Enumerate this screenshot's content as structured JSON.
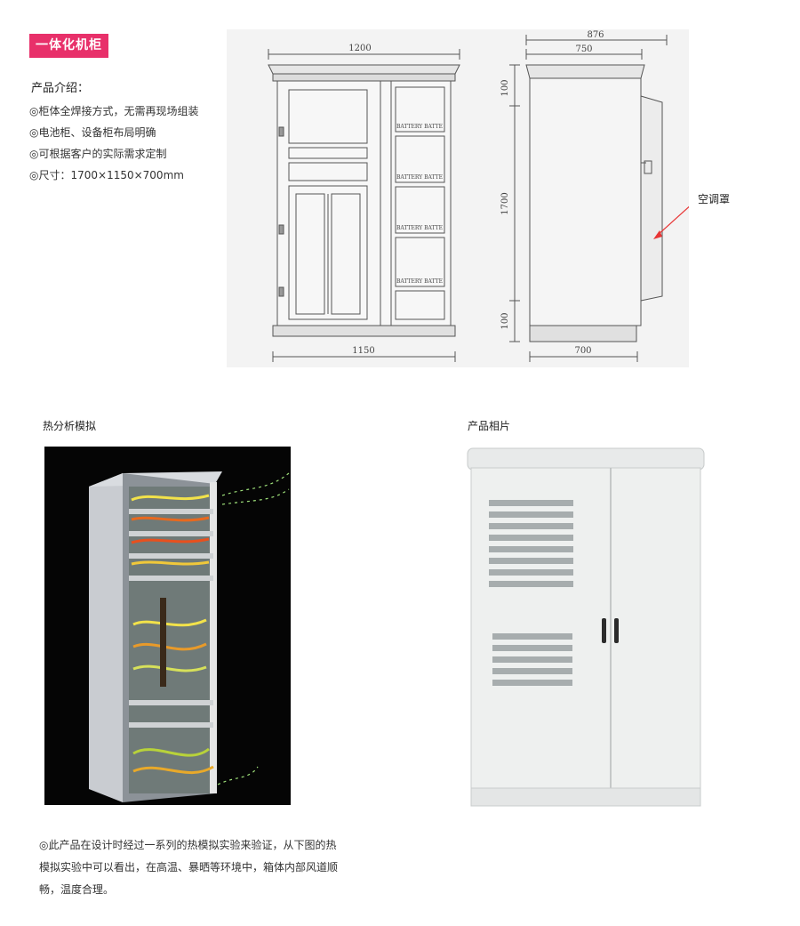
{
  "title_tag": "一体化机柜",
  "intro": {
    "heading": "产品介绍：",
    "bullets": [
      "◎柜体全焊接方式，无需再现场组装",
      "◎电池柜、设备柜布局明确",
      "◎可根据客户的实际需求定制",
      "◎尺寸：1700×1150×700mm"
    ]
  },
  "drawing": {
    "front_top_width": "1200",
    "front_bottom_width": "1150",
    "side_total_width": "876",
    "side_body_width": "750",
    "side_depth": "700",
    "height_top": "100",
    "height_total": "1700",
    "height_base": "100",
    "battery_label": "BATTERY BATTE",
    "callout_label": "空调罩"
  },
  "sim_section": {
    "label": "热分析模拟"
  },
  "photo_section": {
    "label": "产品相片"
  },
  "conclusion": "◎此产品在设计时经过一系列的热模拟实验来验证，从下图的热模拟实验中可以看出，在高温、暴晒等环境中，箱体内部风道顺畅，温度合理。",
  "colors": {
    "accent": "#e8306a",
    "callout_arrow": "#e83535"
  }
}
